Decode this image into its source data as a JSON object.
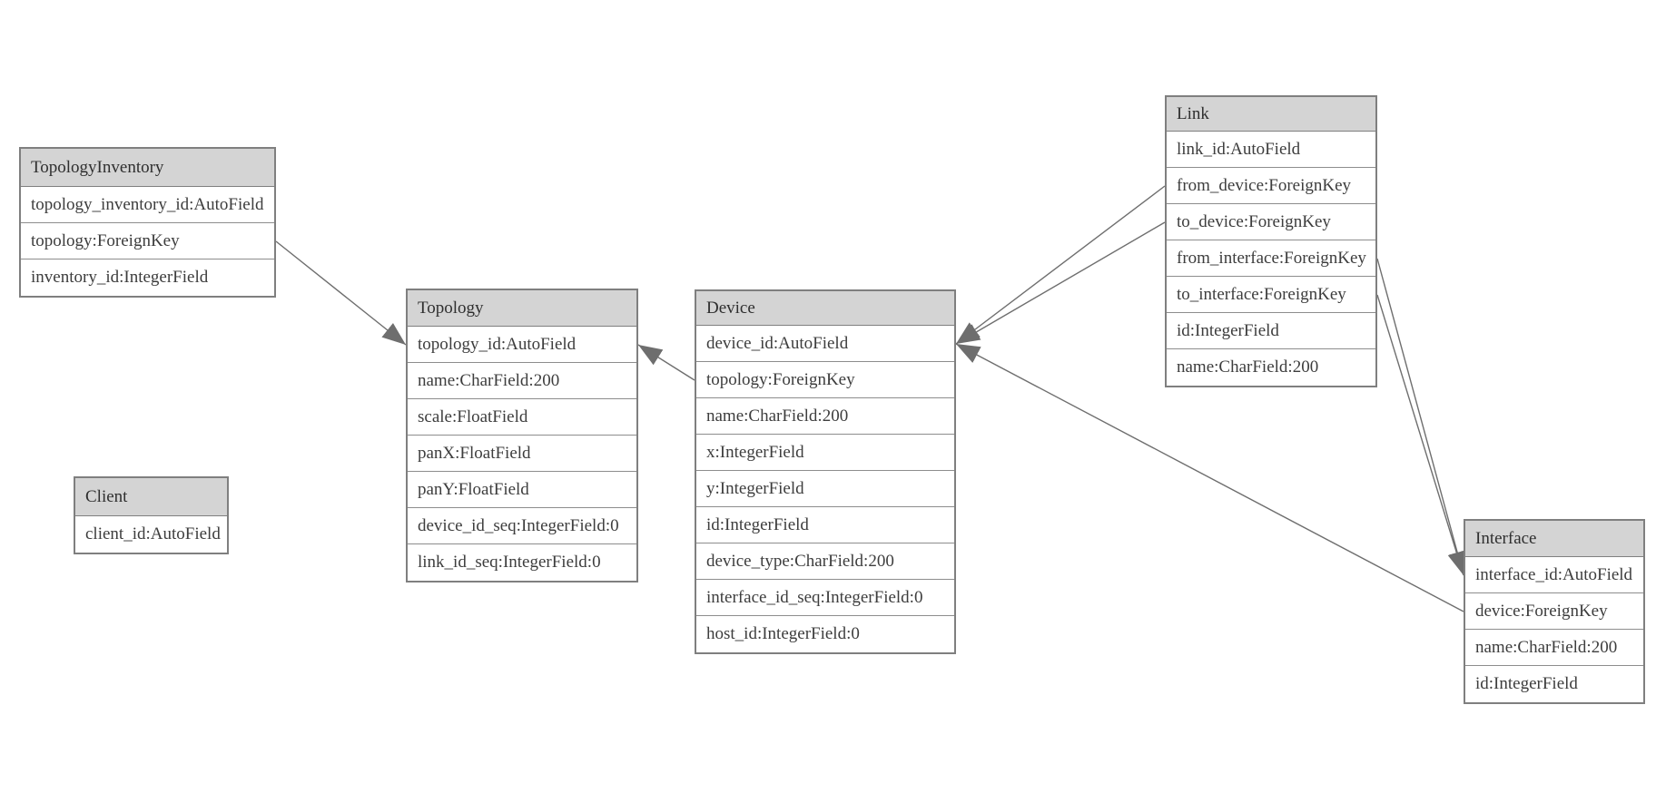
{
  "diagram": {
    "colors": {
      "background": "#ffffff",
      "header_fill": "#d4d4d4",
      "table_border": "#7f7f7f",
      "row_border": "#8d8d8d",
      "text": "#3d3d3d",
      "edge": "#6e6e6e",
      "arrowhead": "#6e6e6e"
    },
    "tables": [
      {
        "id": "TopologyInventory",
        "title": "TopologyInventory",
        "fields": [
          "topology_inventory_id:AutoField",
          "topology:ForeignKey",
          "inventory_id:IntegerField"
        ]
      },
      {
        "id": "Topology",
        "title": "Topology",
        "fields": [
          "topology_id:AutoField",
          "name:CharField:200",
          "scale:FloatField",
          "panX:FloatField",
          "panY:FloatField",
          "device_id_seq:IntegerField:0",
          "link_id_seq:IntegerField:0"
        ]
      },
      {
        "id": "Client",
        "title": "Client",
        "fields": [
          "client_id:AutoField"
        ]
      },
      {
        "id": "Device",
        "title": "Device",
        "fields": [
          "device_id:AutoField",
          "topology:ForeignKey",
          "name:CharField:200",
          "x:IntegerField",
          "y:IntegerField",
          "id:IntegerField",
          "device_type:CharField:200",
          "interface_id_seq:IntegerField:0",
          "host_id:IntegerField:0"
        ]
      },
      {
        "id": "Link",
        "title": "Link",
        "fields": [
          "link_id:AutoField",
          "from_device:ForeignKey",
          "to_device:ForeignKey",
          "from_interface:ForeignKey",
          "to_interface:ForeignKey",
          "id:IntegerField",
          "name:CharField:200"
        ]
      },
      {
        "id": "Interface",
        "title": "Interface",
        "fields": [
          "interface_id:AutoField",
          "device:ForeignKey",
          "name:CharField:200",
          "id:IntegerField"
        ]
      }
    ],
    "relationships": [
      {
        "from": "TopologyInventory.topology",
        "to": "Topology.topology_id"
      },
      {
        "from": "Device.topology",
        "to": "Topology.topology_id"
      },
      {
        "from": "Link.from_device",
        "to": "Device.device_id"
      },
      {
        "from": "Link.to_device",
        "to": "Device.device_id"
      },
      {
        "from": "Link.from_interface",
        "to": "Interface.interface_id"
      },
      {
        "from": "Link.to_interface",
        "to": "Interface.interface_id"
      },
      {
        "from": "Interface.device",
        "to": "Device.device_id"
      }
    ]
  }
}
